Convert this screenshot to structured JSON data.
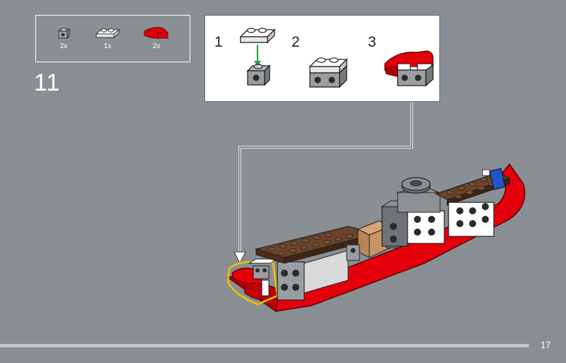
{
  "parts_list": {
    "items": [
      {
        "icon": "gray-round-brick-icon",
        "qty": "2x"
      },
      {
        "icon": "white-plate-1x2-icon",
        "qty": "1x"
      },
      {
        "icon": "red-curved-slope-icon",
        "qty": "2x"
      }
    ]
  },
  "step": {
    "number": "11"
  },
  "substeps": [
    {
      "label": "1",
      "icon": "plate-onto-brick-icon"
    },
    {
      "label": "2",
      "icon": "white-plate-on-brick-icon"
    },
    {
      "label": "3",
      "icon": "red-slope-on-brick-icon"
    }
  ],
  "colors": {
    "background": "#8a8f93",
    "red": "#e3000b",
    "brown": "#5d3a23",
    "callout_arrow": "#2e9e47",
    "highlight": "#f2c300"
  },
  "footer": {
    "page_number": "17"
  }
}
